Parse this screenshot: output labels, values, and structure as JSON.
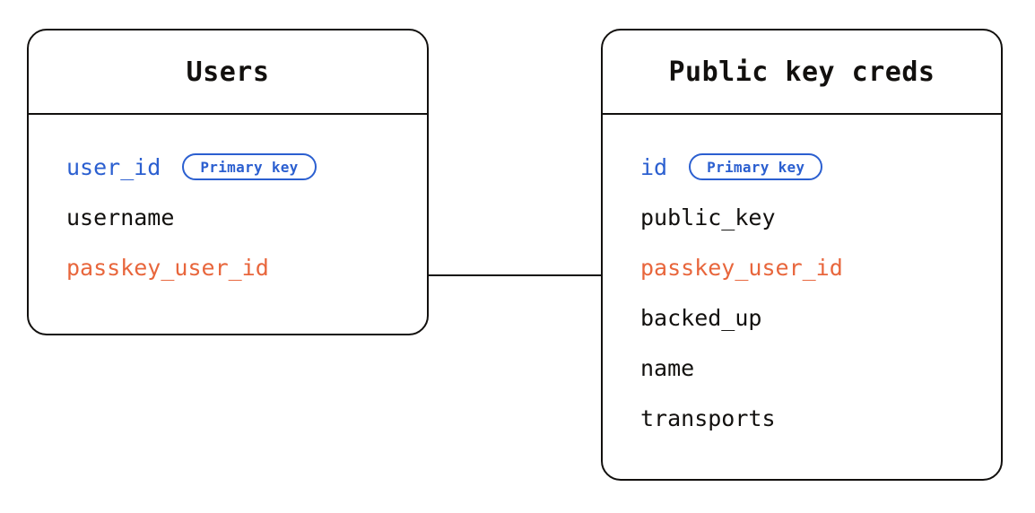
{
  "diagram": {
    "type": "entity-relationship-diagram",
    "background_color": "#ffffff",
    "colors": {
      "border": "#12100e",
      "text": "#12100e",
      "primary_key": "#2b5fd0",
      "foreign_key": "#e8663c"
    },
    "entities": [
      {
        "id": "users",
        "title": "Users",
        "fields": [
          {
            "name": "user_id",
            "role": "primary",
            "badge": "Primary key"
          },
          {
            "name": "username",
            "role": "normal",
            "badge": null
          },
          {
            "name": "passkey_user_id",
            "role": "foreign",
            "badge": null
          }
        ]
      },
      {
        "id": "public_key_creds",
        "title": "Public key creds",
        "fields": [
          {
            "name": "id",
            "role": "primary",
            "badge": "Primary key"
          },
          {
            "name": "public_key",
            "role": "normal",
            "badge": null
          },
          {
            "name": "passkey_user_id",
            "role": "foreign",
            "badge": null
          },
          {
            "name": "backed_up",
            "role": "normal",
            "badge": null
          },
          {
            "name": "name",
            "role": "normal",
            "badge": null
          },
          {
            "name": "transports",
            "role": "normal",
            "badge": null
          }
        ]
      }
    ],
    "relationships": [
      {
        "from_entity": "users",
        "from_field": "passkey_user_id",
        "to_entity": "public_key_creds",
        "to_field": "passkey_user_id",
        "style": "solid-line"
      }
    ]
  }
}
